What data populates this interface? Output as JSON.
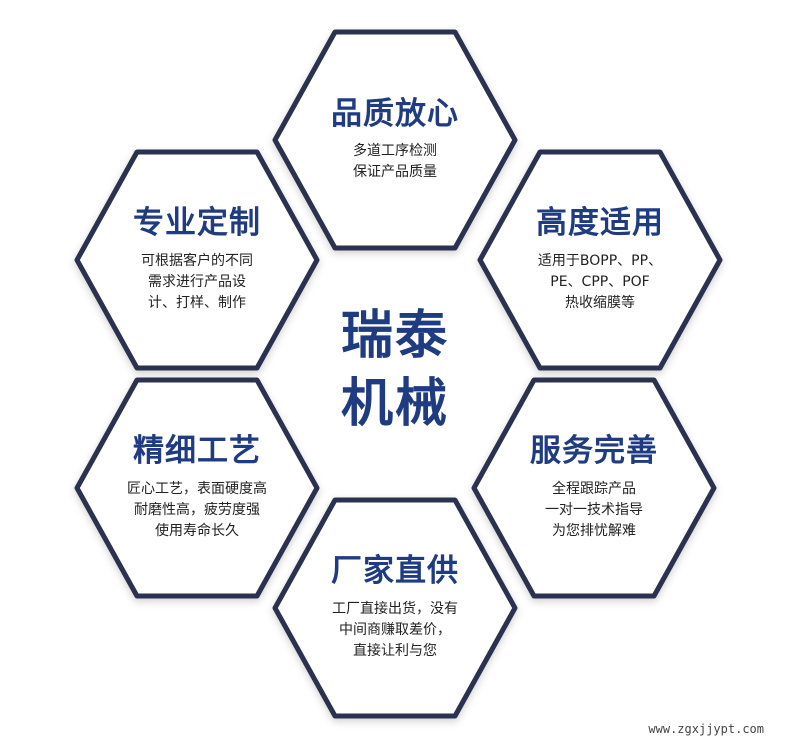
{
  "center": {
    "line1": "瑞泰",
    "line2": "机械"
  },
  "hexagons": [
    {
      "title": "品质放心",
      "lines": [
        "多道工序检测",
        "保证产品质量"
      ]
    },
    {
      "title": "专业定制",
      "lines": [
        "可根据客户的不同",
        "需求进行产品设",
        "计、打样、制作"
      ]
    },
    {
      "title": "高度适用",
      "lines": [
        "适用于BOPP、PP、",
        "PE、CPP、POF",
        "热收缩膜等"
      ]
    },
    {
      "title": "精细工艺",
      "lines": [
        "匠心工艺，表面硬度高",
        "耐磨性高，疲劳度强",
        "使用寿命长久"
      ]
    },
    {
      "title": "服务完善",
      "lines": [
        "全程跟踪产品",
        "一对一技术指导",
        "为您排忧解难"
      ]
    },
    {
      "title": "厂家直供",
      "lines": [
        "工厂直接出货，没有",
        "中间商赚取差价，",
        "直接让利与您"
      ]
    }
  ],
  "watermark": "www.zgxjjypt.com",
  "colors": {
    "title": "#1f3b82",
    "hex_border": "#2c3150",
    "text": "#222222"
  }
}
